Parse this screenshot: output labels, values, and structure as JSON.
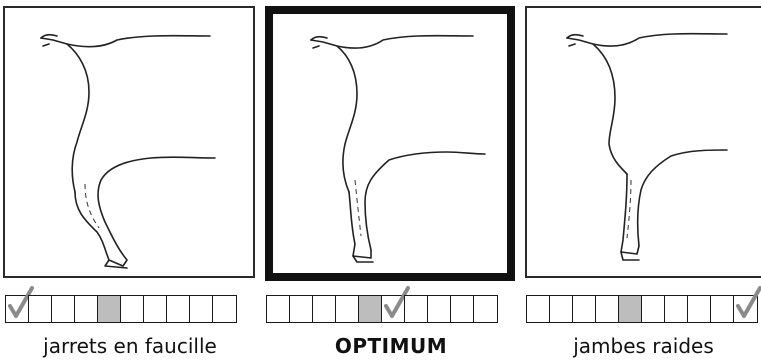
{
  "panels": [
    {
      "id": "left",
      "label": "jarrets en faucille",
      "selected_index": 0,
      "highlighted": false
    },
    {
      "id": "mid",
      "label": "OPTIMUM",
      "selected_index": 5,
      "highlighted": true
    },
    {
      "id": "right",
      "label": "jambes raides",
      "selected_index": 9,
      "highlighted": false
    }
  ],
  "scale": {
    "cells": 10,
    "middle_index": 4
  },
  "colors": {
    "border": "#111111",
    "middle_cell": "#bdbdbd",
    "check": "#8a8a8a"
  },
  "icons": {
    "check": "check-icon"
  }
}
